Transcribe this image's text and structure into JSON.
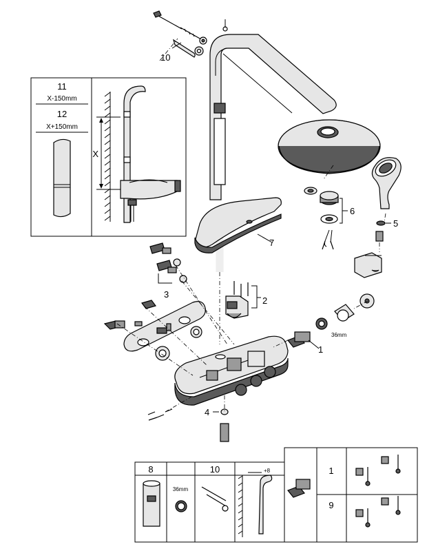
{
  "callouts": {
    "c1": "1",
    "c2": "2",
    "c3": "3",
    "c4": "4",
    "c5": "5",
    "c6": "6",
    "c7": "7",
    "c10": "10"
  },
  "dims": {
    "d36_main": "36mm"
  },
  "inset": {
    "n11": "11",
    "v11": "X-150mm",
    "n12": "12",
    "v12": "X+150mm",
    "x_label": "X"
  },
  "bottom": {
    "n8": "8",
    "d36": "36mm",
    "n10": "10",
    "plus8": "+8",
    "n1": "1",
    "n9": "9"
  }
}
